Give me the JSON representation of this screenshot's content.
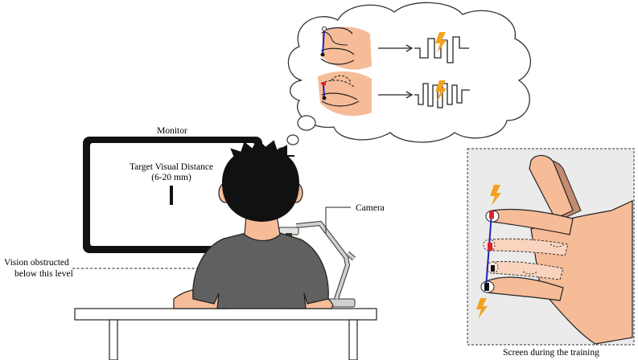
{
  "labels": {
    "monitor": "Monitor",
    "target_visual_distance": "Target Visual Distance",
    "distance_range": "(6-20 mm)",
    "camera": "Camera",
    "vision_obstructed_line1": "Vision obstructed",
    "vision_obstructed_line2": "below this level",
    "screen_caption": "Screen during the training"
  },
  "colors": {
    "skin": "#f6bc98",
    "skin_light": "#f9d3bd",
    "hair": "#111111",
    "shirt": "#606060",
    "monitor": "#111111",
    "camera_arm": "#d0d0d0",
    "camera_light": "#fffbd9",
    "lightning": "#f3a21f",
    "marker_blue": "#1d22b8",
    "marker_red": "#e0202a",
    "panel_bg": "#ebebeb",
    "desk_edge": "#cfcfcf"
  }
}
